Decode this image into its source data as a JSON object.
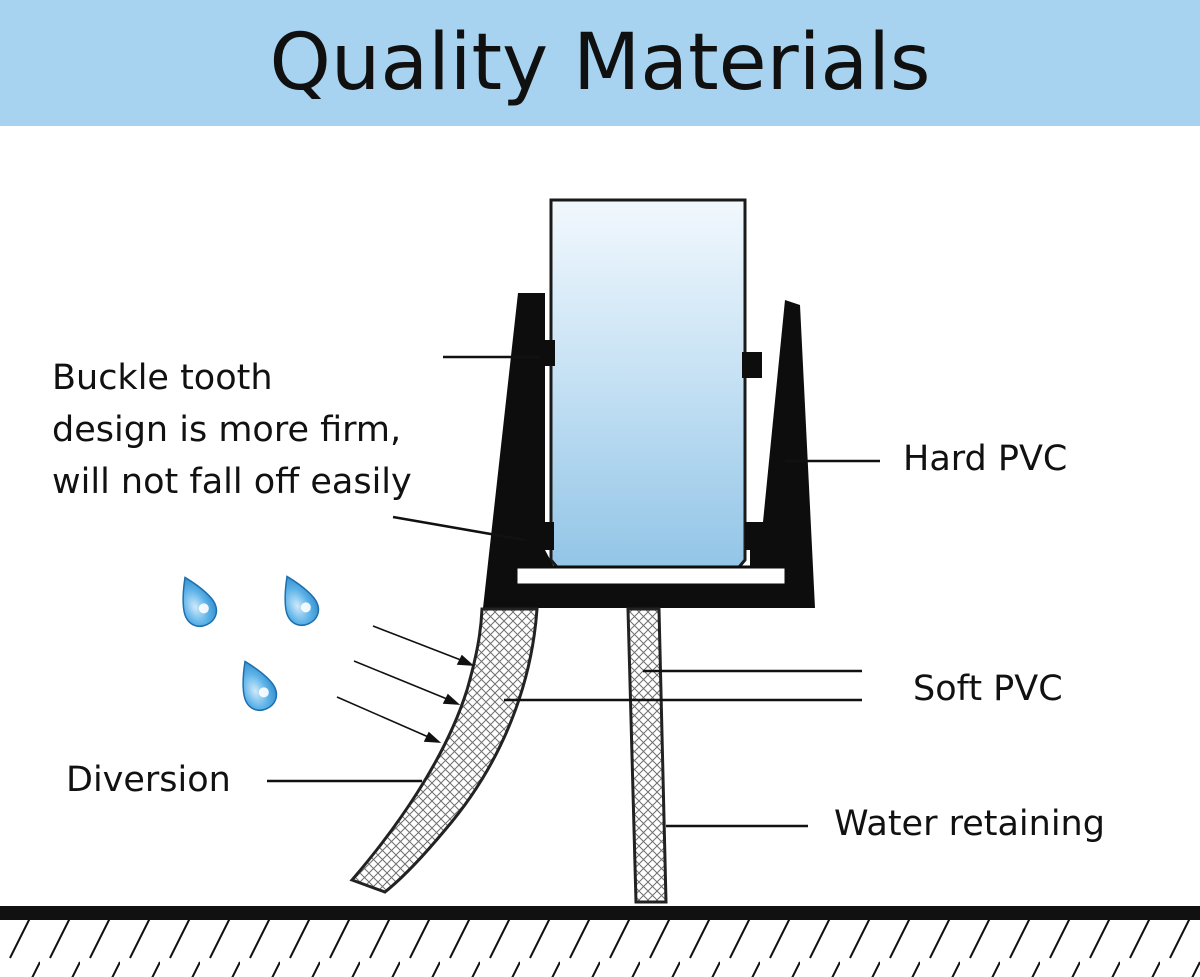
{
  "banner": {
    "title": "Quality Materials",
    "background_color": "#a8d3f0"
  },
  "labels": {
    "buckle_line1": "Buckle tooth",
    "buckle_line2": "design is more firm,",
    "buckle_line3": "will not fall off easily",
    "hard_pvc": "Hard PVC",
    "soft_pvc": "Soft PVC",
    "diversion": "Diversion",
    "water_retaining": "Water retaining"
  },
  "colors": {
    "frame": "#0d0d0d",
    "glass_top": "#e8f3fb",
    "glass_bottom": "#9ccbea",
    "water_drop": "#4aa6e0",
    "mesh": "#7a7a7a"
  }
}
